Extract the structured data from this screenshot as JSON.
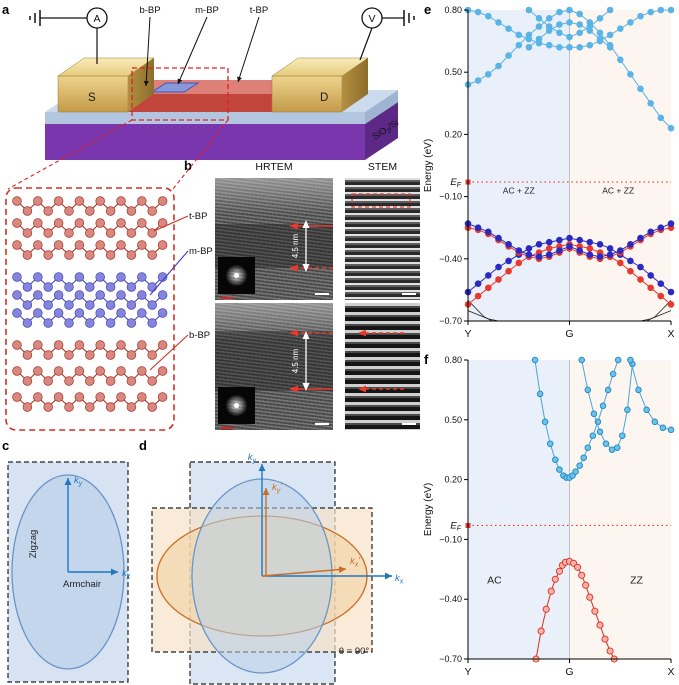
{
  "figure": {
    "panel_labels": {
      "a": "a",
      "b": "b",
      "c": "c",
      "d": "d",
      "e": "e",
      "f": "f"
    }
  },
  "panel_a": {
    "ammeter_label": "A",
    "voltmeter_label": "V",
    "source_label": "S",
    "drain_label": "D",
    "top_labels": {
      "b_bp": "b-BP",
      "m_bp": "m-BP",
      "t_bp": "t-BP"
    },
    "substrate_label": {
      "base": "SiO",
      "sub": "2",
      "rest": "/Si"
    }
  },
  "inset_a": {
    "labels": [
      {
        "text": "t-BP"
      },
      {
        "text": "m-BP"
      },
      {
        "text": "b-BP"
      }
    ]
  },
  "panel_b": {
    "columns": [
      "HRTEM",
      "STEM"
    ],
    "thickness_label": "4.5 nm"
  },
  "panel_c": {
    "zigzag": "Zigzag",
    "armchair": "Armchair",
    "kx": {
      "base": "k",
      "sub": "x"
    },
    "ky": {
      "base": "k",
      "sub": "y"
    }
  },
  "panel_d": {
    "kx": {
      "base": "k",
      "sub": "x"
    },
    "ky": {
      "base": "k",
      "sub": "y"
    },
    "kxp": {
      "base": "k",
      "sub": "x",
      "prime": "′"
    },
    "kyp": {
      "base": "k",
      "sub": "y",
      "prime": "′"
    },
    "theta": "θ = 90°"
  },
  "chart_data": [
    {
      "id": "e",
      "type": "scatter",
      "ylabel": "Energy (eV)",
      "ylim": [
        -0.7,
        0.8
      ],
      "y_ticks": [
        {
          "v": 0.8,
          "label": "0.80"
        },
        {
          "v": 0.5,
          "label": "0.50"
        },
        {
          "v": 0.2,
          "label": "0.20"
        },
        {
          "v": -0.1,
          "label": "−0.10"
        },
        {
          "v": -0.4,
          "label": "−0.40"
        },
        {
          "v": -0.7,
          "label": "−0.70"
        }
      ],
      "x_ticks": [
        {
          "f": 0,
          "label": "Y"
        },
        {
          "f": 0.5,
          "label": "G"
        },
        {
          "f": 1,
          "label": "X"
        }
      ],
      "fermi_energy": -0.03,
      "fermi_label": {
        "base": "E",
        "sub": "F"
      },
      "divider": 0.5,
      "regions": [
        {
          "from": 0,
          "to": 0.5,
          "color": "#e9f0f9"
        },
        {
          "from": 0.5,
          "to": 1,
          "color": "#fdf5f0"
        }
      ],
      "annotations": [
        {
          "text": "AC + ZZ",
          "x": 0.25,
          "y": -0.085,
          "size": 8.5
        },
        {
          "text": "AC + ZZ",
          "x": 0.74,
          "y": -0.085,
          "size": 8.5
        }
      ],
      "series": [
        {
          "name": "black-edge-l1",
          "color": "none",
          "line": "#222",
          "lw": 0.8,
          "r": 0,
          "x": [
            0,
            0.04,
            0.08,
            0.12
          ],
          "v": [
            -0.6,
            -0.64,
            -0.68,
            -0.7
          ]
        },
        {
          "name": "black-edge-l2",
          "color": "none",
          "line": "#222",
          "lw": 0.8,
          "r": 0,
          "x": [
            0,
            0.05,
            0.1,
            0.15
          ],
          "v": [
            -0.65,
            -0.67,
            -0.69,
            -0.7
          ]
        },
        {
          "name": "black-edge-r1",
          "color": "none",
          "line": "#222",
          "lw": 0.8,
          "r": 0,
          "x": [
            0.88,
            0.92,
            0.96,
            1
          ],
          "v": [
            -0.7,
            -0.68,
            -0.64,
            -0.6
          ]
        },
        {
          "name": "black-edge-r2",
          "color": "none",
          "line": "#222",
          "lw": 0.8,
          "r": 0,
          "x": [
            0.85,
            0.9,
            0.95,
            1
          ],
          "v": [
            -0.7,
            -0.69,
            -0.67,
            -0.65
          ]
        },
        {
          "name": "valence-blue-arch",
          "color": "#2a2ac2",
          "line": "#2a2ac2",
          "lw": 1,
          "r": 3.3,
          "x": [
            0,
            0.05,
            0.1,
            0.15,
            0.2,
            0.25,
            0.3,
            0.35,
            0.4,
            0.45,
            0.5,
            0.55,
            0.6,
            0.65,
            0.7,
            0.75,
            0.8,
            0.85,
            0.9,
            0.95,
            1
          ],
          "v": [
            -0.56,
            -0.52,
            -0.48,
            -0.44,
            -0.41,
            -0.38,
            -0.35,
            -0.33,
            -0.32,
            -0.31,
            -0.3,
            -0.31,
            -0.32,
            -0.33,
            -0.35,
            -0.38,
            -0.41,
            -0.44,
            -0.48,
            -0.52,
            -0.56
          ]
        },
        {
          "name": "valence-red-arch",
          "color": "#e8392f",
          "line": "#e8392f",
          "lw": 1,
          "r": 3.3,
          "x": [
            0,
            0.05,
            0.1,
            0.15,
            0.2,
            0.25,
            0.3,
            0.35,
            0.4,
            0.45,
            0.5,
            0.55,
            0.6,
            0.65,
            0.7,
            0.75,
            0.8,
            0.85,
            0.9,
            0.95,
            1
          ],
          "v": [
            -0.62,
            -0.58,
            -0.54,
            -0.5,
            -0.46,
            -0.42,
            -0.39,
            -0.37,
            -0.35,
            -0.34,
            -0.33,
            -0.34,
            -0.35,
            -0.37,
            -0.39,
            -0.42,
            -0.46,
            -0.5,
            -0.54,
            -0.58,
            -0.62
          ]
        },
        {
          "name": "valence-red-upper",
          "color": "#e8392f",
          "line": "#e8392f",
          "lw": 1,
          "r": 3.3,
          "x": [
            0,
            0.05,
            0.1,
            0.15,
            0.2,
            0.25,
            0.3,
            0.35,
            0.4,
            0.45,
            0.5,
            0.55,
            0.6,
            0.65,
            0.7,
            0.75,
            0.8,
            0.85,
            0.9,
            0.95,
            1
          ],
          "v": [
            -0.25,
            -0.26,
            -0.28,
            -0.31,
            -0.34,
            -0.37,
            -0.39,
            -0.4,
            -0.39,
            -0.37,
            -0.35,
            -0.37,
            -0.39,
            -0.4,
            -0.39,
            -0.37,
            -0.34,
            -0.31,
            -0.28,
            -0.26,
            -0.25
          ]
        },
        {
          "name": "valence-blue-upper",
          "color": "#2a2ac2",
          "line": "#2a2ac2",
          "lw": 1,
          "r": 3.3,
          "x": [
            0,
            0.05,
            0.1,
            0.15,
            0.2,
            0.25,
            0.3,
            0.35,
            0.4,
            0.45,
            0.5,
            0.55,
            0.6,
            0.65,
            0.7,
            0.75,
            0.8,
            0.85,
            0.9,
            0.95,
            1
          ],
          "v": [
            -0.23,
            -0.25,
            -0.27,
            -0.3,
            -0.33,
            -0.36,
            -0.38,
            -0.39,
            -0.38,
            -0.36,
            -0.34,
            -0.36,
            -0.38,
            -0.39,
            -0.38,
            -0.36,
            -0.33,
            -0.3,
            -0.27,
            -0.25,
            -0.23
          ]
        },
        {
          "name": "conduction-upper",
          "color": "#5ab4e5",
          "line": "#5ab4e5",
          "lw": 1,
          "r": 3.3,
          "x": [
            0,
            0.05,
            0.1,
            0.15,
            0.2,
            0.25,
            0.3,
            0.35,
            0.4,
            0.45,
            0.5,
            0.55,
            0.6,
            0.65,
            0.7,
            0.75,
            0.8,
            0.85,
            0.9,
            0.95,
            1
          ],
          "v": [
            0.8,
            0.79,
            0.77,
            0.74,
            0.71,
            0.68,
            0.66,
            0.64,
            0.63,
            0.62,
            0.62,
            0.62,
            0.63,
            0.65,
            0.68,
            0.71,
            0.74,
            0.77,
            0.79,
            0.8,
            0.8
          ]
        },
        {
          "name": "conduction-lower",
          "color": "#5ab4e5",
          "line": "#5ab4e5",
          "lw": 1,
          "r": 3.3,
          "x": [
            0,
            0.05,
            0.1,
            0.15,
            0.2,
            0.25,
            0.3,
            0.35,
            0.4,
            0.45,
            0.5,
            0.55,
            0.6,
            0.65,
            0.7,
            0.75,
            0.8,
            0.85,
            0.9,
            0.95,
            1
          ],
          "v": [
            0.44,
            0.46,
            0.49,
            0.53,
            0.58,
            0.63,
            0.68,
            0.72,
            0.76,
            0.79,
            0.8,
            0.78,
            0.74,
            0.69,
            0.63,
            0.56,
            0.49,
            0.42,
            0.35,
            0.28,
            0.23
          ]
        },
        {
          "name": "conduction-v",
          "color": "#5ab4e5",
          "line": "#5ab4e5",
          "lw": 1,
          "r": 3.3,
          "x": [
            0.3,
            0.35,
            0.4,
            0.45,
            0.5,
            0.55,
            0.6,
            0.65,
            0.7
          ],
          "v": [
            0.8,
            0.76,
            0.72,
            0.69,
            0.67,
            0.69,
            0.72,
            0.76,
            0.8
          ]
        },
        {
          "name": "conduction-lambda",
          "color": "#5ab4e5",
          "line": "#5ab4e5",
          "lw": 1,
          "r": 3.3,
          "x": [
            0.3,
            0.35,
            0.4,
            0.45,
            0.5,
            0.55,
            0.6,
            0.65,
            0.7
          ],
          "v": [
            0.62,
            0.66,
            0.7,
            0.73,
            0.74,
            0.73,
            0.7,
            0.66,
            0.62
          ]
        }
      ]
    },
    {
      "id": "f",
      "type": "scatter",
      "ylabel": "Energy (eV)",
      "ylim": [
        -0.7,
        0.8
      ],
      "y_ticks": [
        {
          "v": 0.8,
          "label": "0.80"
        },
        {
          "v": 0.5,
          "label": "0.50"
        },
        {
          "v": 0.2,
          "label": "0.20"
        },
        {
          "v": -0.1,
          "label": "−0.10"
        },
        {
          "v": -0.4,
          "label": "−0.40"
        },
        {
          "v": -0.7,
          "label": "−0.70"
        }
      ],
      "x_ticks": [
        {
          "f": 0,
          "label": "Y"
        },
        {
          "f": 0.5,
          "label": "G"
        },
        {
          "f": 1,
          "label": "X"
        }
      ],
      "fermi_energy": -0.03,
      "fermi_label": {
        "base": "E",
        "sub": "F"
      },
      "divider": 0.5,
      "regions": [
        {
          "from": 0,
          "to": 0.5,
          "color": "#e9f0f9"
        },
        {
          "from": 0.5,
          "to": 1,
          "color": "#fdf5f0"
        }
      ],
      "annotations": [
        {
          "text": "AC",
          "x": 0.13,
          "y": -0.32,
          "size": 10.5
        },
        {
          "text": "ZZ",
          "x": 0.83,
          "y": -0.32,
          "size": 10.5
        }
      ],
      "series": [
        {
          "name": "conduction-main",
          "color": "#6cc2ec",
          "stroke": "#1f86c0",
          "line": "#4aa6d8",
          "lw": 1,
          "r": 2.8,
          "x": [
            0.33,
            0.355,
            0.38,
            0.405,
            0.43,
            0.45,
            0.47,
            0.485,
            0.5,
            0.515,
            0.53,
            0.55,
            0.57,
            0.59,
            0.615,
            0.64,
            0.665,
            0.69,
            0.715,
            0.74
          ],
          "v": [
            0.8,
            0.63,
            0.49,
            0.38,
            0.3,
            0.25,
            0.22,
            0.21,
            0.21,
            0.22,
            0.24,
            0.27,
            0.31,
            0.36,
            0.42,
            0.49,
            0.57,
            0.65,
            0.73,
            0.8
          ]
        },
        {
          "name": "conduction-right",
          "color": "#6cc2ec",
          "stroke": "#1f86c0",
          "line": "#4aa6d8",
          "lw": 1,
          "r": 2.8,
          "x": [
            0.56,
            0.59,
            0.62,
            0.65,
            0.68,
            0.71,
            0.735,
            0.76,
            0.785,
            0.81
          ],
          "v": [
            0.8,
            0.65,
            0.53,
            0.44,
            0.38,
            0.35,
            0.36,
            0.42,
            0.55,
            0.78
          ]
        },
        {
          "name": "conduction-x-edge",
          "color": "#6cc2ec",
          "stroke": "#1f86c0",
          "line": "#4aa6d8",
          "lw": 1,
          "r": 2.8,
          "x": [
            0.8,
            0.84,
            0.88,
            0.92,
            0.96,
            1.0
          ],
          "v": [
            0.8,
            0.65,
            0.55,
            0.49,
            0.46,
            0.45
          ]
        },
        {
          "name": "valence-main",
          "color": "#f5b3aa",
          "stroke": "#e02d22",
          "line": "#e02d22",
          "lw": 1,
          "r": 3.1,
          "x": [
            0.335,
            0.36,
            0.385,
            0.41,
            0.43,
            0.45,
            0.465,
            0.48,
            0.5,
            0.52,
            0.54,
            0.56,
            0.58,
            0.6,
            0.625,
            0.65,
            0.675,
            0.7,
            0.72
          ],
          "v": [
            -0.7,
            -0.56,
            -0.45,
            -0.36,
            -0.3,
            -0.26,
            -0.23,
            -0.215,
            -0.21,
            -0.22,
            -0.24,
            -0.28,
            -0.33,
            -0.39,
            -0.46,
            -0.53,
            -0.6,
            -0.66,
            -0.7
          ]
        }
      ]
    }
  ]
}
